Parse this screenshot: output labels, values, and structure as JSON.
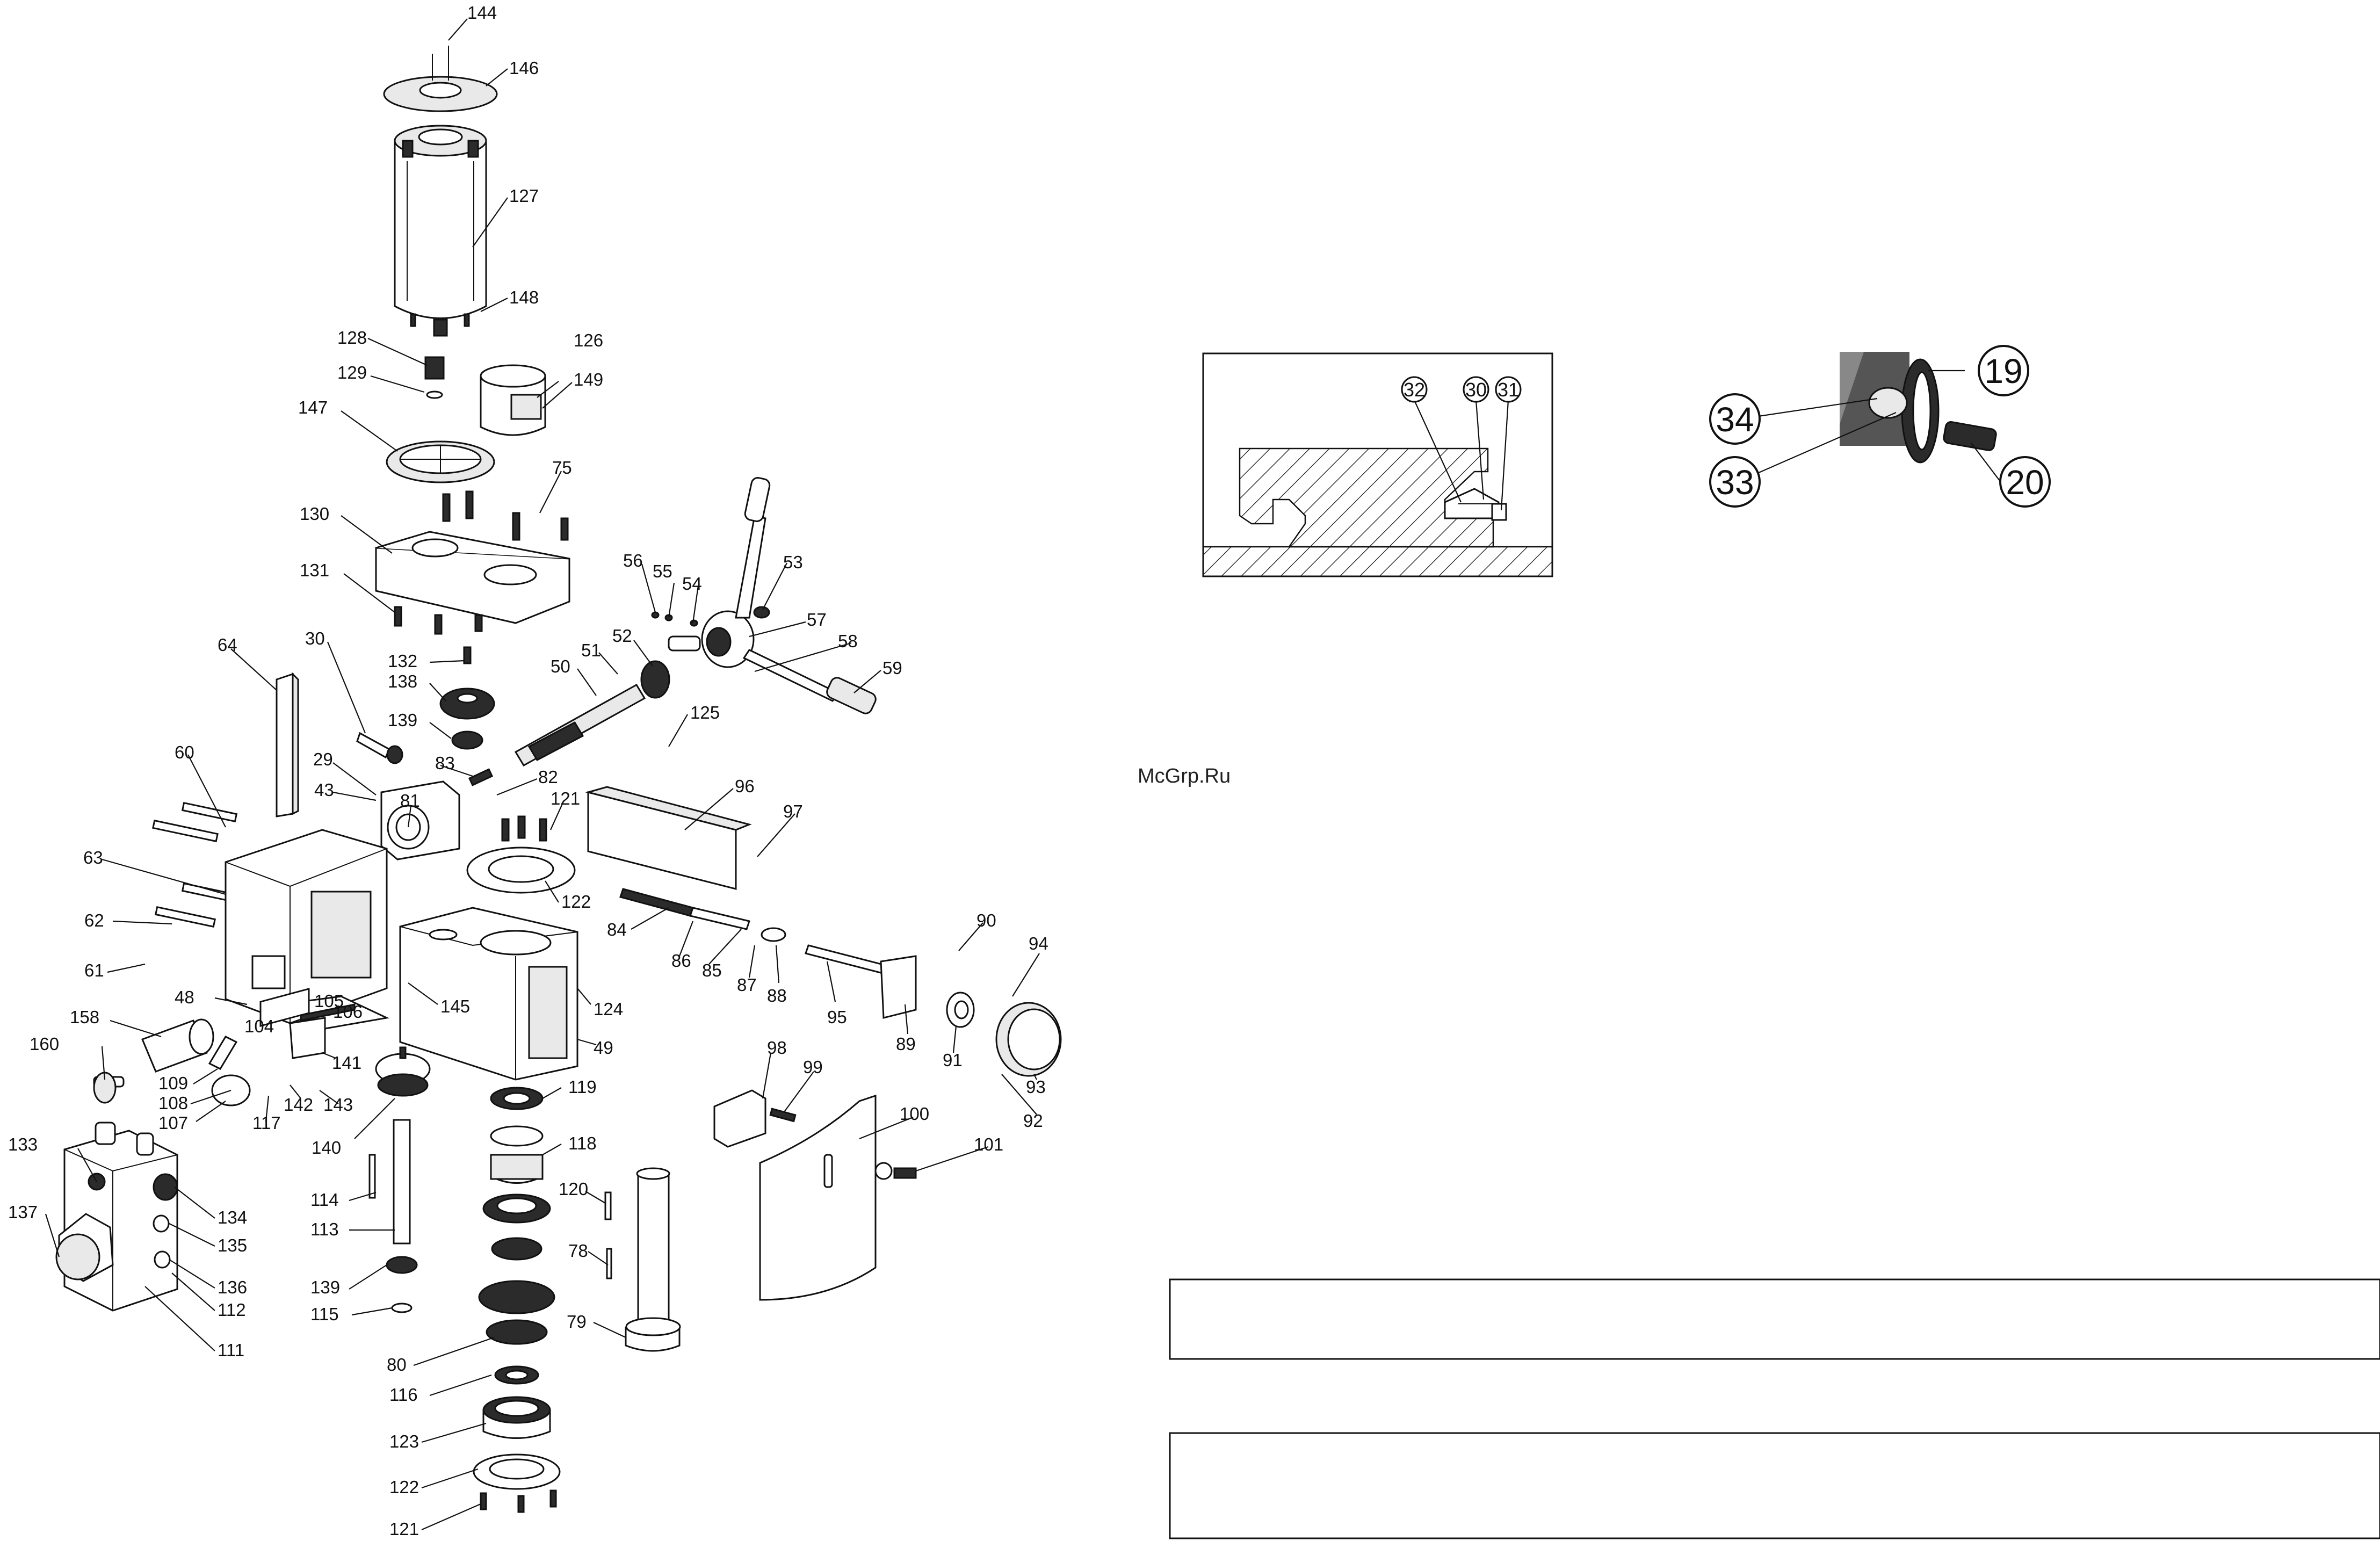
{
  "watermark": "McGrp.Ru",
  "exploded_view": {
    "callouts": [
      {
        "id": "c144",
        "label": "144"
      },
      {
        "id": "c146",
        "label": "146"
      },
      {
        "id": "c127",
        "label": "127"
      },
      {
        "id": "c148",
        "label": "148"
      },
      {
        "id": "c128",
        "label": "128"
      },
      {
        "id": "c129",
        "label": "129"
      },
      {
        "id": "c126",
        "label": "126"
      },
      {
        "id": "c149",
        "label": "149"
      },
      {
        "id": "c147",
        "label": "147"
      },
      {
        "id": "c75",
        "label": "75"
      },
      {
        "id": "c130",
        "label": "130"
      },
      {
        "id": "c131",
        "label": "131"
      },
      {
        "id": "c56",
        "label": "56"
      },
      {
        "id": "c55",
        "label": "55"
      },
      {
        "id": "c54",
        "label": "54"
      },
      {
        "id": "c53",
        "label": "53"
      },
      {
        "id": "c57",
        "label": "57"
      },
      {
        "id": "c52",
        "label": "52"
      },
      {
        "id": "c58",
        "label": "58"
      },
      {
        "id": "c51",
        "label": "51"
      },
      {
        "id": "c50",
        "label": "50"
      },
      {
        "id": "c59",
        "label": "59"
      },
      {
        "id": "c64",
        "label": "64"
      },
      {
        "id": "c30",
        "label": "30"
      },
      {
        "id": "c132",
        "label": "132"
      },
      {
        "id": "c138",
        "label": "138"
      },
      {
        "id": "c139a",
        "label": "139"
      },
      {
        "id": "c125",
        "label": "125"
      },
      {
        "id": "c60",
        "label": "60"
      },
      {
        "id": "c29",
        "label": "29"
      },
      {
        "id": "c83",
        "label": "83"
      },
      {
        "id": "c82",
        "label": "82"
      },
      {
        "id": "c43",
        "label": "43"
      },
      {
        "id": "c81",
        "label": "81"
      },
      {
        "id": "c121a",
        "label": "121"
      },
      {
        "id": "c96",
        "label": "96"
      },
      {
        "id": "c97",
        "label": "97"
      },
      {
        "id": "c63",
        "label": "63"
      },
      {
        "id": "c122a",
        "label": "122"
      },
      {
        "id": "c84",
        "label": "84"
      },
      {
        "id": "c90",
        "label": "90"
      },
      {
        "id": "c62",
        "label": "62"
      },
      {
        "id": "c86",
        "label": "86"
      },
      {
        "id": "c85",
        "label": "85"
      },
      {
        "id": "c94",
        "label": "94"
      },
      {
        "id": "c61",
        "label": "61"
      },
      {
        "id": "c87",
        "label": "87"
      },
      {
        "id": "c88",
        "label": "88"
      },
      {
        "id": "c48",
        "label": "48"
      },
      {
        "id": "c145",
        "label": "145"
      },
      {
        "id": "c124",
        "label": "124"
      },
      {
        "id": "c95",
        "label": "95"
      },
      {
        "id": "c105",
        "label": "105"
      },
      {
        "id": "c106",
        "label": "106"
      },
      {
        "id": "c89",
        "label": "89"
      },
      {
        "id": "c158",
        "label": "158"
      },
      {
        "id": "c104",
        "label": "104"
      },
      {
        "id": "c49",
        "label": "49"
      },
      {
        "id": "c91",
        "label": "91"
      },
      {
        "id": "c93",
        "label": "93"
      },
      {
        "id": "c160",
        "label": "160"
      },
      {
        "id": "c141",
        "label": "141"
      },
      {
        "id": "c98",
        "label": "98"
      },
      {
        "id": "c99",
        "label": "99"
      },
      {
        "id": "c109",
        "label": "109"
      },
      {
        "id": "c108",
        "label": "108"
      },
      {
        "id": "c142",
        "label": "142"
      },
      {
        "id": "c143",
        "label": "143"
      },
      {
        "id": "c119",
        "label": "119"
      },
      {
        "id": "c92",
        "label": "92"
      },
      {
        "id": "c107",
        "label": "107"
      },
      {
        "id": "c117",
        "label": "117"
      },
      {
        "id": "c100",
        "label": "100"
      },
      {
        "id": "c140",
        "label": "140"
      },
      {
        "id": "c133",
        "label": "133"
      },
      {
        "id": "c118",
        "label": "118"
      },
      {
        "id": "c101",
        "label": "101"
      },
      {
        "id": "c137",
        "label": "137"
      },
      {
        "id": "c134",
        "label": "134"
      },
      {
        "id": "c114",
        "label": "114"
      },
      {
        "id": "c120",
        "label": "120"
      },
      {
        "id": "c135",
        "label": "135"
      },
      {
        "id": "c113",
        "label": "113"
      },
      {
        "id": "c136",
        "label": "136"
      },
      {
        "id": "c78",
        "label": "78"
      },
      {
        "id": "c139b",
        "label": "139"
      },
      {
        "id": "c112",
        "label": "112"
      },
      {
        "id": "c115",
        "label": "115"
      },
      {
        "id": "c79",
        "label": "79"
      },
      {
        "id": "c111",
        "label": "111"
      },
      {
        "id": "c80",
        "label": "80"
      },
      {
        "id": "c116",
        "label": "116"
      },
      {
        "id": "c123",
        "label": "123"
      },
      {
        "id": "c122b",
        "label": "122"
      },
      {
        "id": "c121b",
        "label": "121"
      }
    ]
  },
  "gib_detail": {
    "callouts": [
      {
        "id": "g32",
        "label": "32"
      },
      {
        "id": "g30",
        "label": "30"
      },
      {
        "id": "g31",
        "label": "31"
      }
    ]
  },
  "handwheel_detail": {
    "callouts": [
      {
        "id": "h19",
        "label": "19"
      },
      {
        "id": "h34",
        "label": "34"
      },
      {
        "id": "h33",
        "label": "33"
      },
      {
        "id": "h20",
        "label": "20"
      }
    ]
  },
  "notice_boxes": [
    {
      "id": "box1",
      "text": ""
    },
    {
      "id": "box2",
      "text": ""
    }
  ]
}
